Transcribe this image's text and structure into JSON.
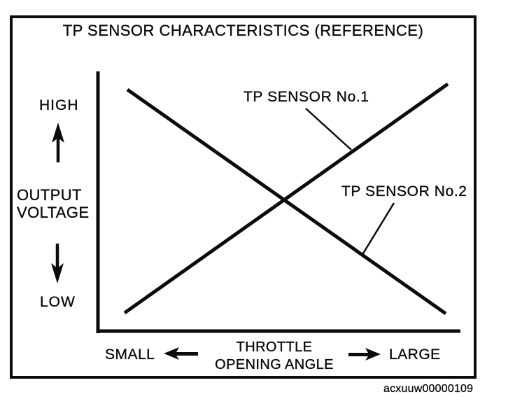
{
  "figure": {
    "title": "TP SENSOR CHARACTERISTICS (REFERENCE)",
    "watermark": "acxuuw00000109"
  },
  "y_axis": {
    "high": "HIGH",
    "label_line1": "OUTPUT",
    "label_line2": "VOLTAGE",
    "low": "LOW"
  },
  "x_axis": {
    "small": "SMALL",
    "label_line1": "THROTTLE",
    "label_line2": "OPENING ANGLE",
    "large": "LARGE"
  },
  "series": [
    {
      "label": "TP SENSOR No.1"
    },
    {
      "label": "TP SENSOR No.2"
    }
  ],
  "colors": {
    "ink": "#0b0b0b",
    "paper": "#ffffff"
  },
  "chart_data": {
    "type": "line",
    "title": "TP SENSOR CHARACTERISTICS (REFERENCE)",
    "xlabel": "THROTTLE OPENING ANGLE",
    "ylabel": "OUTPUT VOLTAGE",
    "axes_numeric": false,
    "x_axis_qualitative": {
      "left": "SMALL",
      "right": "LARGE"
    },
    "y_axis_qualitative": {
      "top": "HIGH",
      "bottom": "LOW"
    },
    "grid": false,
    "legend_position": "inline labels with leader lines",
    "series": [
      {
        "name": "TP SENSOR No.1",
        "trend": "rising",
        "x_norm": [
          0.07,
          0.97
        ],
        "y_norm": [
          0.07,
          0.95
        ]
      },
      {
        "name": "TP SENSOR No.2",
        "trend": "falling",
        "x_norm": [
          0.08,
          0.96
        ],
        "y_norm": [
          0.93,
          0.07
        ]
      }
    ]
  }
}
